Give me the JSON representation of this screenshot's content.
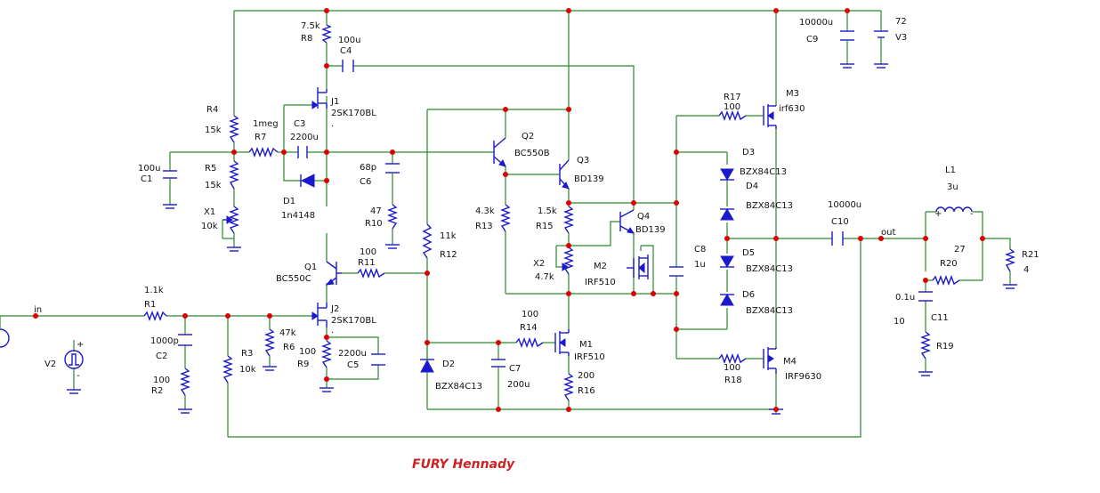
{
  "diagram": {
    "credit": "FURY Hennady",
    "nets": {
      "in": "in",
      "out": "out"
    },
    "components": {
      "R8": {
        "ref": "R8",
        "val": "7.5k"
      },
      "C4": {
        "ref": "C4",
        "val": "100u"
      },
      "J1": {
        "ref": "J1",
        "val": "2SK170BL"
      },
      "R4": {
        "ref": "R4",
        "val": "15k"
      },
      "R7": {
        "ref": "R7",
        "val": "1meg"
      },
      "C3": {
        "ref": "C3",
        "val": "2200u"
      },
      "C1": {
        "ref": "C1",
        "val": "100u"
      },
      "R5": {
        "ref": "R5",
        "val": "15k"
      },
      "X1": {
        "ref": "X1",
        "val": "10k"
      },
      "D1": {
        "ref": "D1",
        "val": "1n4148"
      },
      "C6": {
        "ref": "C6",
        "val": "68p"
      },
      "R10": {
        "ref": "R10",
        "val": "47"
      },
      "Q2": {
        "ref": "Q2",
        "val": "BC550B"
      },
      "Q3": {
        "ref": "Q3",
        "val": "BD139"
      },
      "R13": {
        "ref": "R13",
        "val": "4.3k"
      },
      "R15": {
        "ref": "R15",
        "val": "1.5k"
      },
      "X2": {
        "ref": "X2",
        "val": "4.7k"
      },
      "Q4": {
        "ref": "Q4",
        "val": "BD139"
      },
      "M2": {
        "ref": "M2",
        "val": "IRF510"
      },
      "R12": {
        "ref": "R12",
        "val": "11k"
      },
      "Q1": {
        "ref": "Q1",
        "val": "BC550C"
      },
      "R11": {
        "ref": "R11",
        "val": "100"
      },
      "R1": {
        "ref": "R1",
        "val": "1.1k"
      },
      "C2": {
        "ref": "C2",
        "val": "1000p"
      },
      "R2": {
        "ref": "R2",
        "val": "100"
      },
      "R3": {
        "ref": "R3",
        "val": "10k"
      },
      "R6": {
        "ref": "R6",
        "val": "47k"
      },
      "J2": {
        "ref": "J2",
        "val": "2SK170BL"
      },
      "R9": {
        "ref": "R9",
        "val": "100"
      },
      "C5": {
        "ref": "C5",
        "val": "2200u"
      },
      "V2": {
        "ref": "V2",
        "val": ""
      },
      "R14": {
        "ref": "R14",
        "val": "100"
      },
      "M1": {
        "ref": "M1",
        "val": "IRF510"
      },
      "D2": {
        "ref": "D2",
        "val": "BZX84C13"
      },
      "C7": {
        "ref": "C7",
        "val": "200u"
      },
      "R16": {
        "ref": "R16",
        "val": "200"
      },
      "R17": {
        "ref": "R17",
        "val": "100"
      },
      "M3": {
        "ref": "M3",
        "val": "irf630"
      },
      "D3": {
        "ref": "D3",
        "val": "BZX84C13"
      },
      "D4": {
        "ref": "D4",
        "val": "BZX84C13"
      },
      "D5": {
        "ref": "D5",
        "val": "BZX84C13"
      },
      "D6": {
        "ref": "D6",
        "val": "BZX84C13"
      },
      "C8": {
        "ref": "C8",
        "val": "1u"
      },
      "R18": {
        "ref": "R18",
        "val": "100"
      },
      "M4": {
        "ref": "M4",
        "val": "IRF9630"
      },
      "C9": {
        "ref": "C9",
        "val": "10000u"
      },
      "V3": {
        "ref": "V3",
        "val": "72"
      },
      "C10": {
        "ref": "C10",
        "val": "10000u"
      },
      "L1": {
        "ref": "L1",
        "val": "3u"
      },
      "R20": {
        "ref": "R20",
        "val": "27"
      },
      "C11": {
        "ref": "C11",
        "val": "0.1u"
      },
      "R19": {
        "ref": "R19",
        "val": "10"
      },
      "R21": {
        "ref": "R21",
        "val": "4"
      }
    }
  }
}
